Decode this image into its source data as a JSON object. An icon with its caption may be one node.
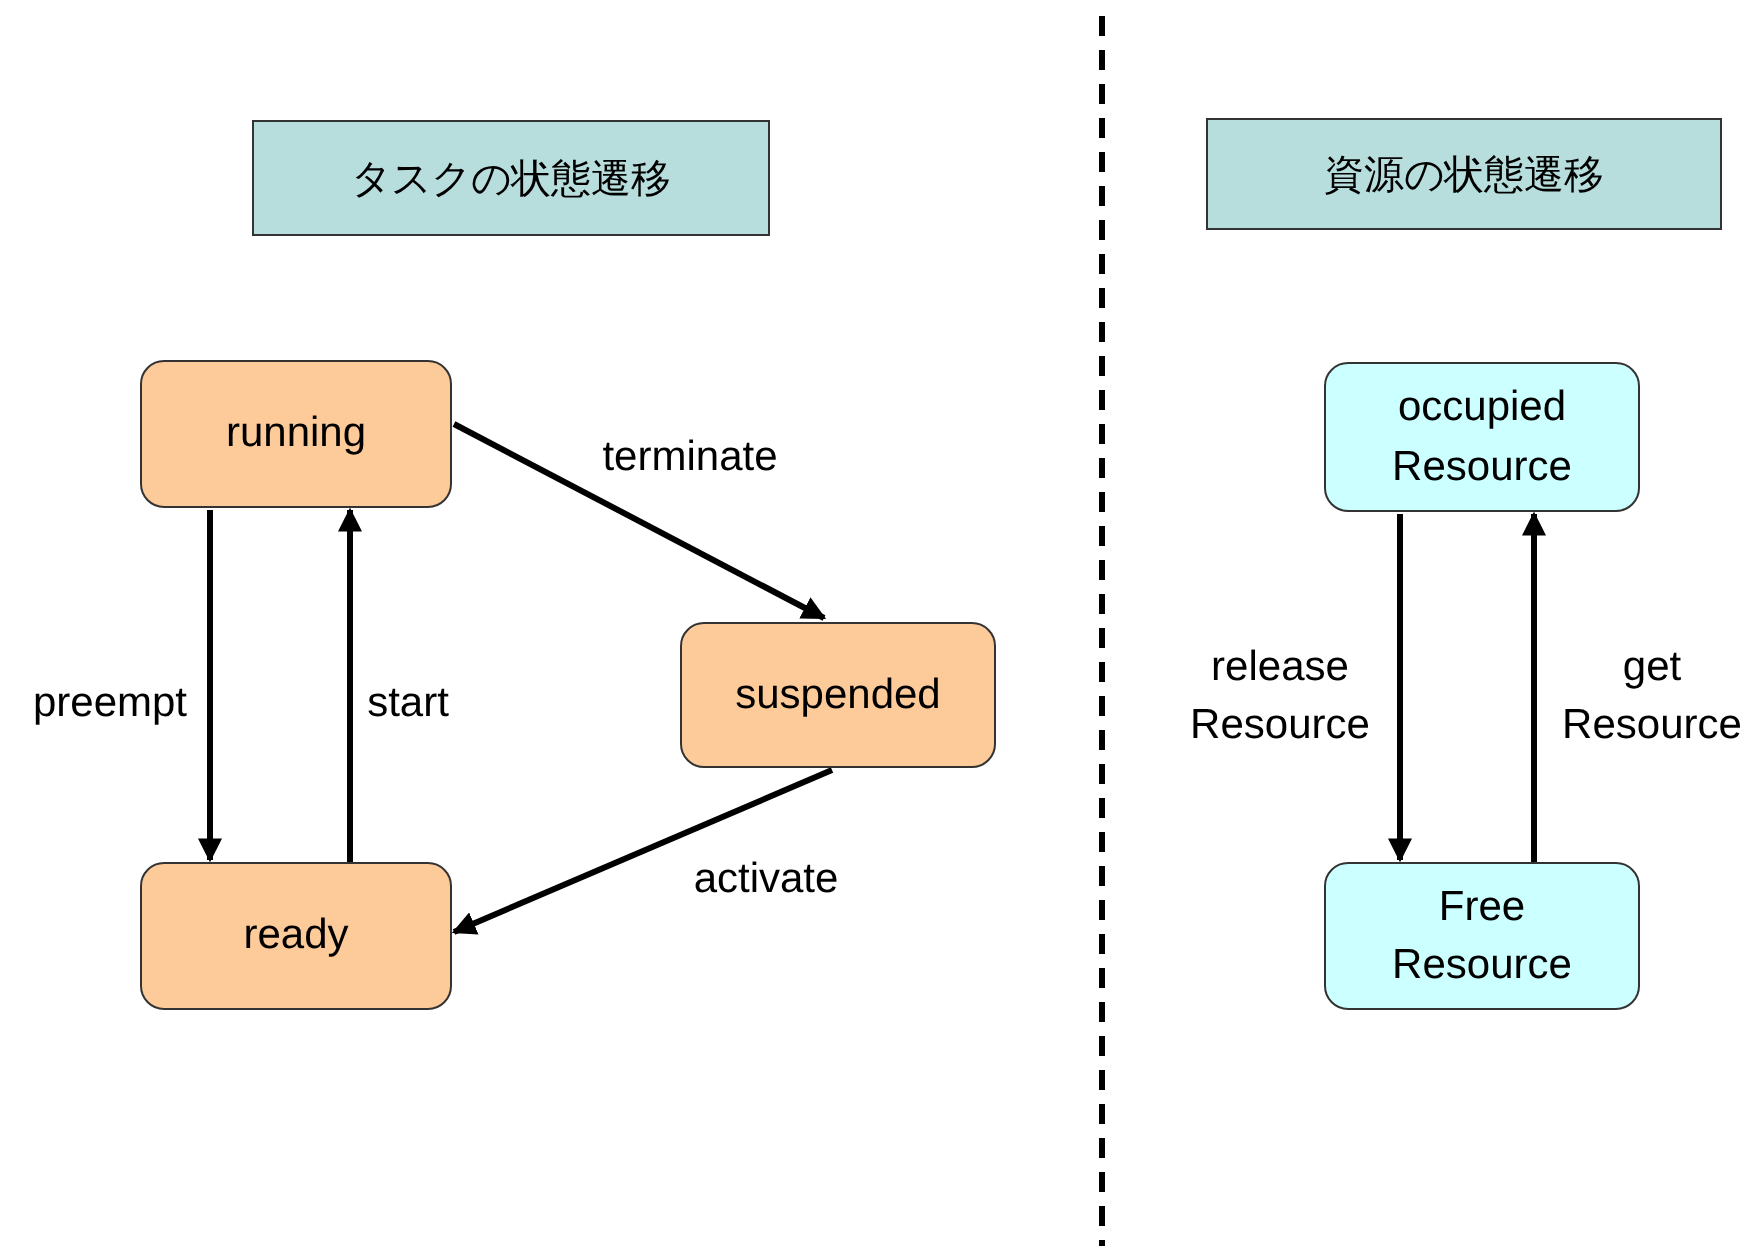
{
  "diagram": {
    "nodes": [
      {
        "text": [
          "タスクの状態遷移"
        ]
      },
      {
        "text": [
          "running"
        ]
      },
      {
        "text": [
          "suspended"
        ]
      },
      {
        "text": [
          "ready"
        ]
      },
      {
        "text": [
          "資源の状態遷移"
        ]
      },
      {
        "text": [
          "occupied Resource"
        ]
      },
      {
        "text": [
          "Free Resource"
        ]
      }
    ],
    "edges": [
      {
        "from": 1,
        "to": 2,
        "arrow": "to",
        "label": "terminate"
      },
      {
        "from": 1,
        "to": 3,
        "arrow": "to",
        "label": "preempt"
      },
      {
        "from": 3,
        "to": 1,
        "arrow": "to",
        "label": "start"
      },
      {
        "from": 2,
        "to": 3,
        "arrow": "to",
        "label": "activate"
      },
      {
        "from": 5,
        "to": 6,
        "arrow": "to",
        "label": "release Resource"
      },
      {
        "from": 6,
        "to": 5,
        "arrow": "to",
        "label": "get Resource"
      }
    ]
  }
}
